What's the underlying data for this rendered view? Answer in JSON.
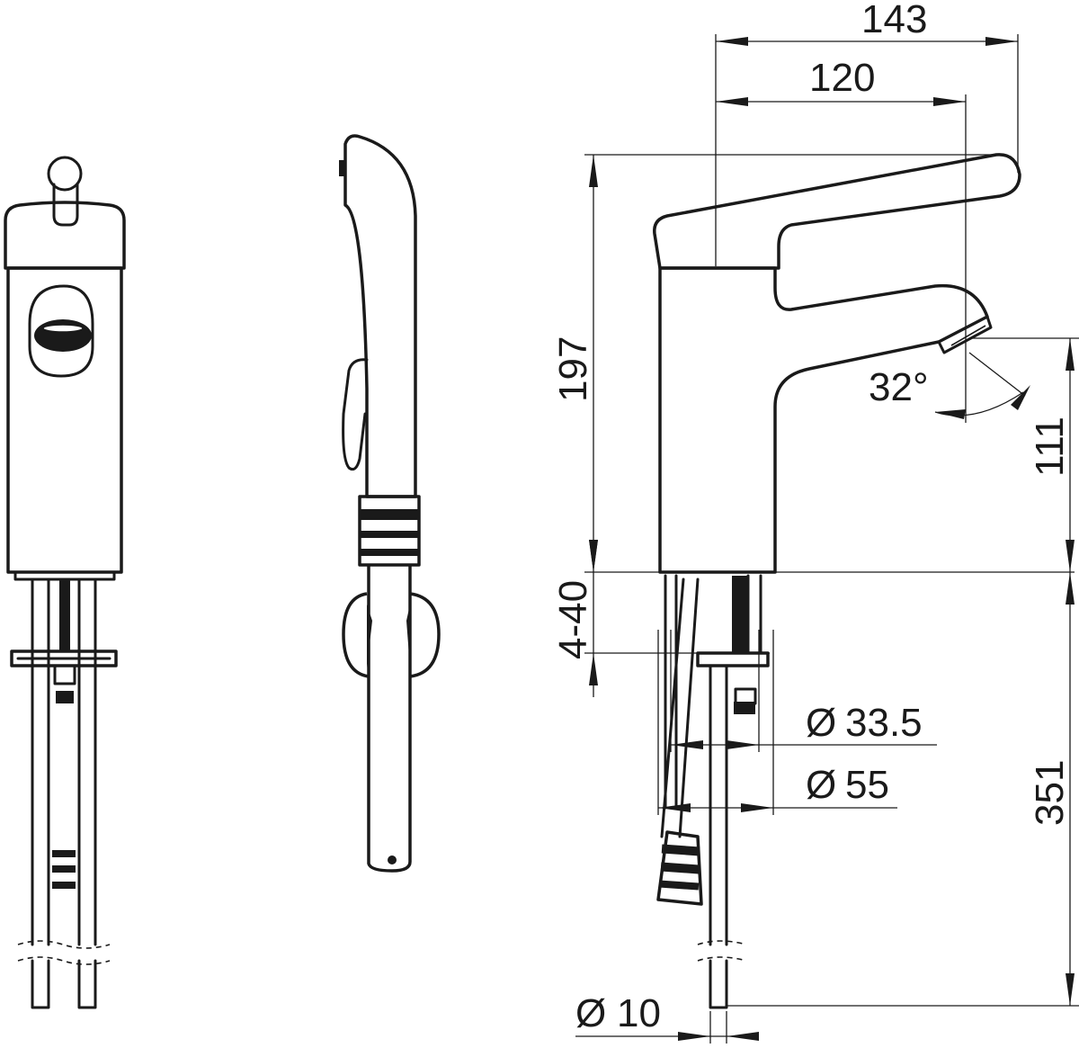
{
  "dimensions": {
    "width_overall": "143",
    "width_spout": "120",
    "height_total": "197",
    "spout_height": "111",
    "deck_thickness": "4-40",
    "hole_diameter": "33.5",
    "base_diameter": "55",
    "supply_length": "351",
    "supply_diameter": "10",
    "angle": "32°",
    "diameter_symbol": "Ø"
  }
}
